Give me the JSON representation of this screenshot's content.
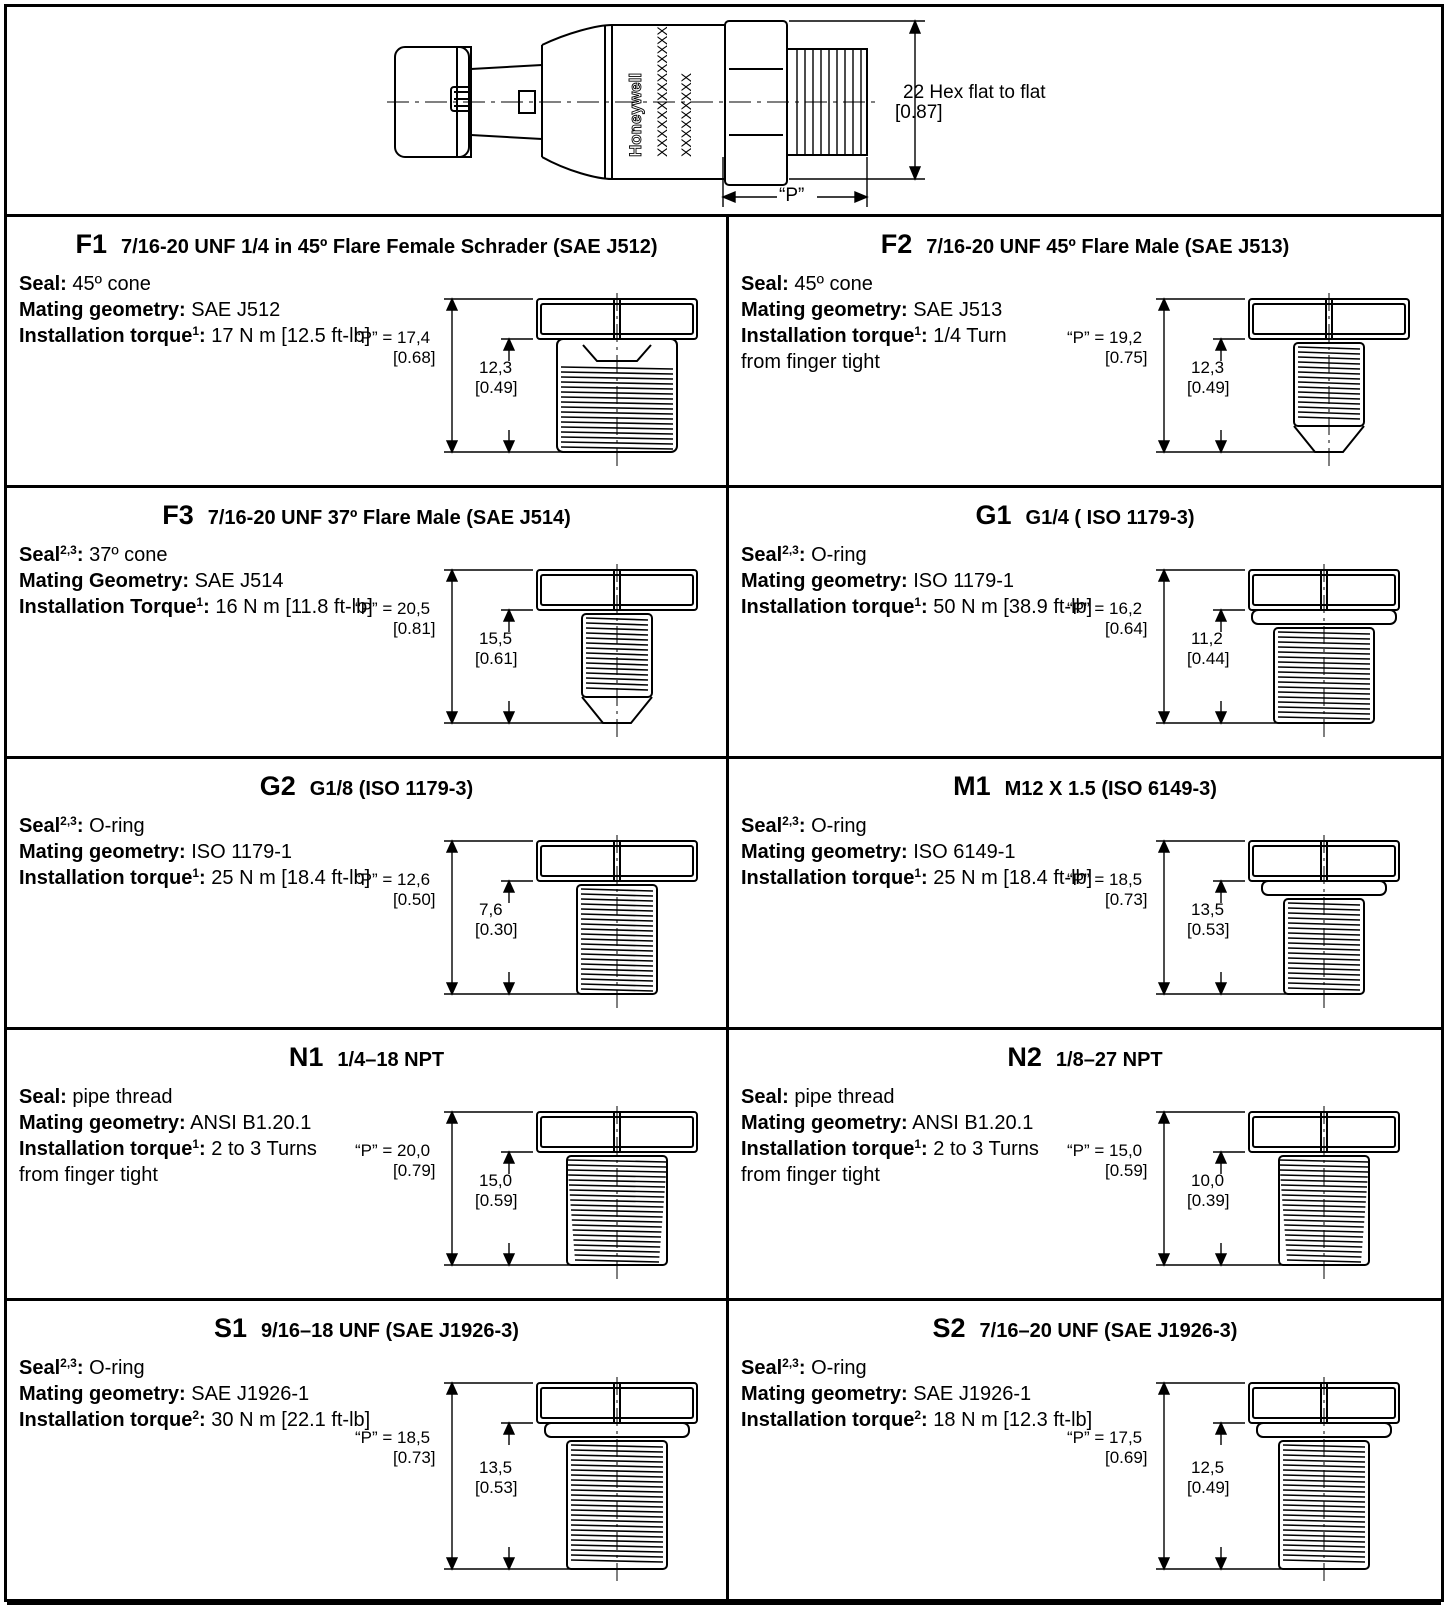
{
  "hero": {
    "brand_text": "Honeywell",
    "code_lines": [
      "XXXXXXXXXXXXXX",
      "XXXXXXXXX"
    ],
    "hex_label": "22 Hex flat to flat",
    "hex_label_inch": "[0.87]",
    "p_label": "“P”"
  },
  "options": [
    {
      "code": "F1",
      "desc": "7/16-20 UNF 1/4 in 45º Flare Female Schrader (SAE J512)",
      "seal_label": "Seal:",
      "seal_sup": "",
      "seal_value": " 45º cone",
      "mating_label": "Mating geometry:",
      "mating_value": " SAE J512",
      "torque_label": "Installation torque",
      "torque_sup": "1",
      "torque_value": ": 17 N m [12.5 ft-lb]",
      "torque_extra": "",
      "p_mm": "“P” = 17,4",
      "p_in": "[0.68]",
      "t_mm": "12,3",
      "t_in": "[0.49]"
    },
    {
      "code": "F2",
      "desc": "7/16-20 UNF 45º Flare Male (SAE J513)",
      "seal_label": "Seal:",
      "seal_sup": "",
      "seal_value": " 45º cone",
      "mating_label": "Mating geometry:",
      "mating_value": " SAE J513",
      "torque_label": "Installation torque",
      "torque_sup": "1",
      "torque_value": ": 1/4 Turn",
      "torque_extra": "from finger tight",
      "p_mm": "“P” = 19,2",
      "p_in": "[0.75]",
      "t_mm": "12,3",
      "t_in": "[0.49]"
    },
    {
      "code": "F3",
      "desc": "7/16-20 UNF 37º Flare Male (SAE J514)",
      "seal_label": "Seal",
      "seal_sup": "2,3",
      "seal_value": ": 37º cone",
      "mating_label": "Mating Geometry:",
      "mating_value": " SAE J514",
      "torque_label": "Installation Torque",
      "torque_sup": "1",
      "torque_value": ": 16 N m [11.8 ft-lb]",
      "torque_extra": "",
      "p_mm": "“P” = 20,5",
      "p_in": "[0.81]",
      "t_mm": "15,5",
      "t_in": "[0.61]"
    },
    {
      "code": "G1",
      "desc": "G1/4 ( ISO 1179-3)",
      "seal_label": "Seal",
      "seal_sup": "2,3",
      "seal_value": ": O-ring",
      "mating_label": "Mating geometry:",
      "mating_value": " ISO 1179-1",
      "torque_label": "Installation torque",
      "torque_sup": "1",
      "torque_value": ": 50 N m [38.9 ft-lb]",
      "torque_extra": "",
      "p_mm": "“P” = 16,2",
      "p_in": "[0.64]",
      "t_mm": "11,2",
      "t_in": "[0.44]"
    },
    {
      "code": "G2",
      "desc": "G1/8 (ISO 1179-3)",
      "seal_label": "Seal",
      "seal_sup": "2,3",
      "seal_value": ": O-ring",
      "mating_label": "Mating geometry:",
      "mating_value": " ISO 1179-1",
      "torque_label": "Installation torque",
      "torque_sup": "1",
      "torque_value": ": 25 N m [18.4 ft-lb]",
      "torque_extra": "",
      "p_mm": "“P” = 12,6",
      "p_in": "[0.50]",
      "t_mm": "7,6",
      "t_in": "[0.30]"
    },
    {
      "code": "M1",
      "desc": "M12 X 1.5 (ISO 6149-3)",
      "seal_label": "Seal",
      "seal_sup": "2,3",
      "seal_value": ": O-ring",
      "mating_label": "Mating geometry:",
      "mating_value": " ISO 6149-1",
      "torque_label": "Installation torque",
      "torque_sup": "1",
      "torque_value": ": 25 N m [18.4 ft-lb]",
      "torque_extra": "",
      "p_mm": "“P” = 18,5",
      "p_in": "[0.73]",
      "t_mm": "13,5",
      "t_in": "[0.53]"
    },
    {
      "code": "N1",
      "desc": "1/4–18 NPT",
      "seal_label": "Seal:",
      "seal_sup": "",
      "seal_value": " pipe thread",
      "mating_label": "Mating geometry:",
      "mating_value": " ANSI B1.20.1",
      "torque_label": "Installation torque",
      "torque_sup": "1",
      "torque_value": ": 2 to 3 Turns",
      "torque_extra": "from finger tight",
      "p_mm": "“P” = 20,0",
      "p_in": "[0.79]",
      "t_mm": "15,0",
      "t_in": "[0.59]"
    },
    {
      "code": "N2",
      "desc": "1/8–27 NPT",
      "seal_label": "Seal:",
      "seal_sup": "",
      "seal_value": " pipe thread",
      "mating_label": "Mating geometry:",
      "mating_value": " ANSI B1.20.1",
      "torque_label": "Installation torque",
      "torque_sup": "1",
      "torque_value": ": 2 to 3 Turns",
      "torque_extra": "from finger tight",
      "p_mm": "“P” = 15,0",
      "p_in": "[0.59]",
      "t_mm": "10,0",
      "t_in": "[0.39]"
    },
    {
      "code": "S1",
      "desc": "9/16–18 UNF (SAE J1926-3)",
      "seal_label": "Seal",
      "seal_sup": "2,3",
      "seal_value": ": O-ring",
      "mating_label": "Mating geometry:",
      "mating_value": " SAE J1926-1",
      "torque_label": "Installation torque",
      "torque_sup": "2",
      "torque_value": ": 30 N m [22.1 ft-lb]",
      "torque_extra": "",
      "p_mm": "“P” = 18,5",
      "p_in": "[0.73]",
      "t_mm": "13,5",
      "t_in": "[0.53]"
    },
    {
      "code": "S2",
      "desc": "7/16–20 UNF (SAE J1926-3)",
      "seal_label": "Seal",
      "seal_sup": "2,3",
      "seal_value": ": O-ring",
      "mating_label": "Mating geometry:",
      "mating_value": " SAE J1926-1",
      "torque_label": "Installation torque",
      "torque_sup": "2",
      "torque_value": ": 18 N m [12.3 ft-lb]",
      "torque_extra": "",
      "p_mm": "“P” = 17,5",
      "p_in": "[0.69]",
      "t_mm": "12,5",
      "t_in": "[0.49]"
    }
  ]
}
